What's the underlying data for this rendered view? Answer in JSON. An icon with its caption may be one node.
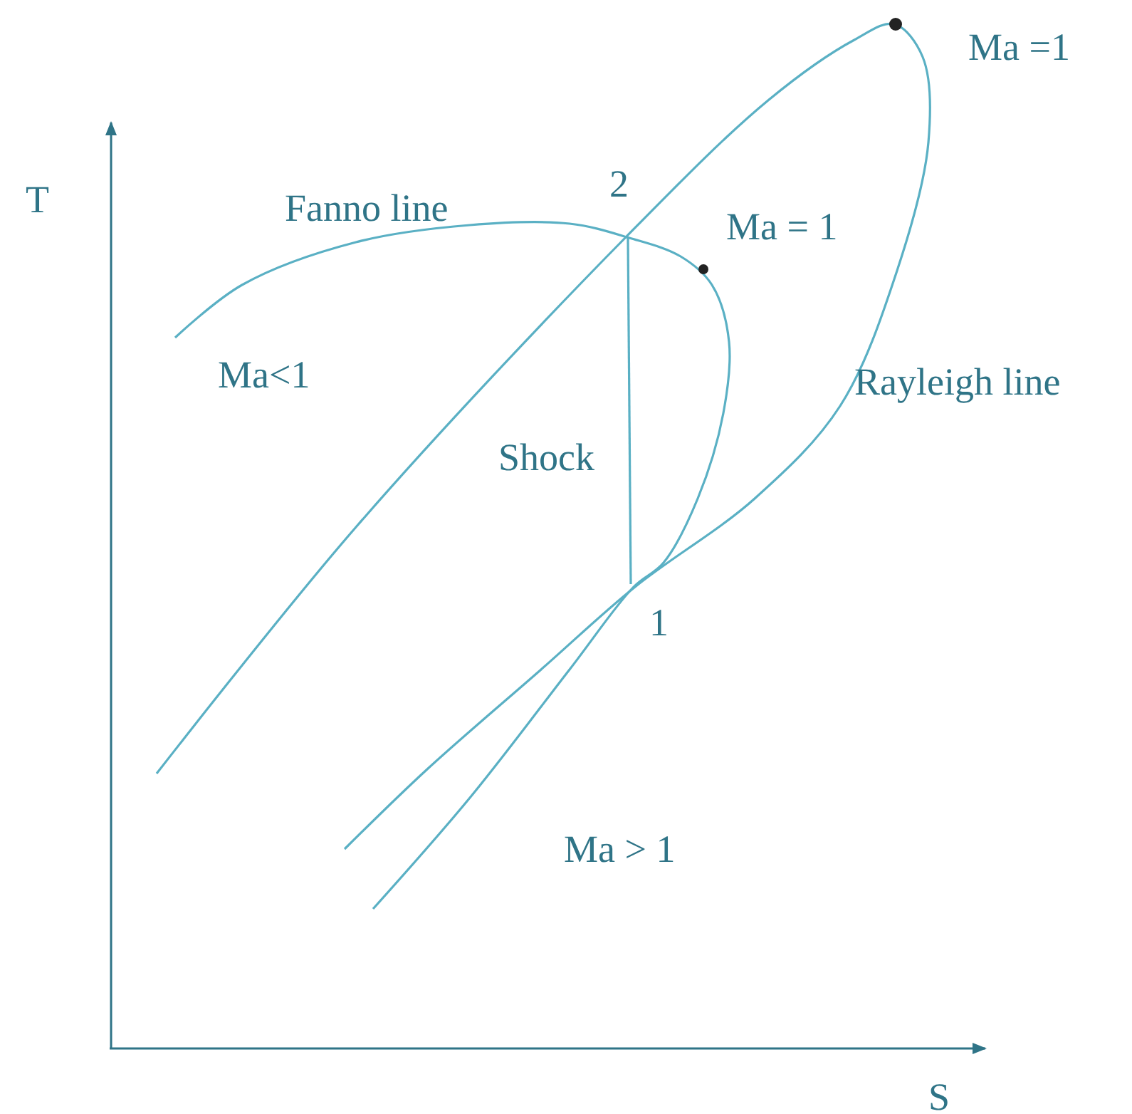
{
  "diagram": {
    "labels": [
      "Ma =1",
      "T",
      "2",
      "Fanno line",
      "Ma = 1",
      "Ma<1",
      "Rayleigh line",
      "Shock",
      "1",
      "Ma > 1",
      "S"
    ]
  }
}
